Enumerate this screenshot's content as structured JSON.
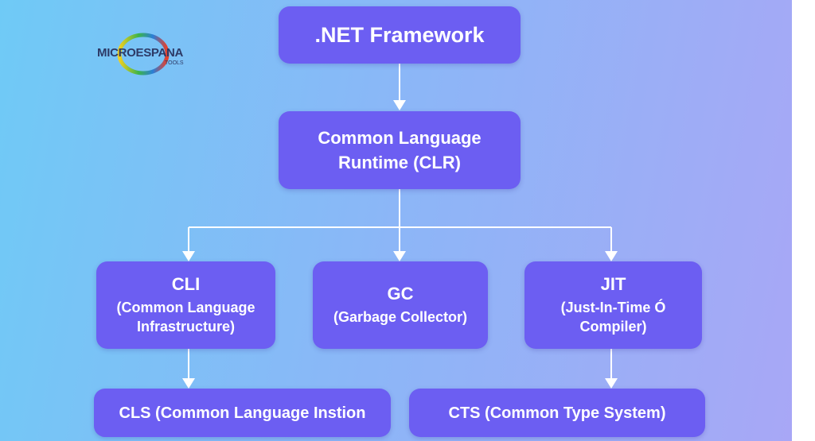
{
  "logo": {
    "name": "MICROESPANA",
    "sub": "TOOLS"
  },
  "nodes": {
    "net": {
      "title": ".NET Framework"
    },
    "clr": {
      "line1": "Common Language",
      "line2": "Runtime (CLR)"
    },
    "cli": {
      "title": "CLI",
      "line1": "(Common Language",
      "line2": "Infrastructure)"
    },
    "gc": {
      "title": "GC",
      "line1": "(Garbage Collector)"
    },
    "jit": {
      "title": "JIT",
      "line1": "(Just-In-Time Ó",
      "line2": "Compiler)"
    },
    "cls": {
      "title": "CLS (Common Language Instion"
    },
    "cts": {
      "title": "CTS (Common Type System)"
    }
  },
  "colors": {
    "box": "#6c5ef2",
    "connector": "#ffffff"
  }
}
